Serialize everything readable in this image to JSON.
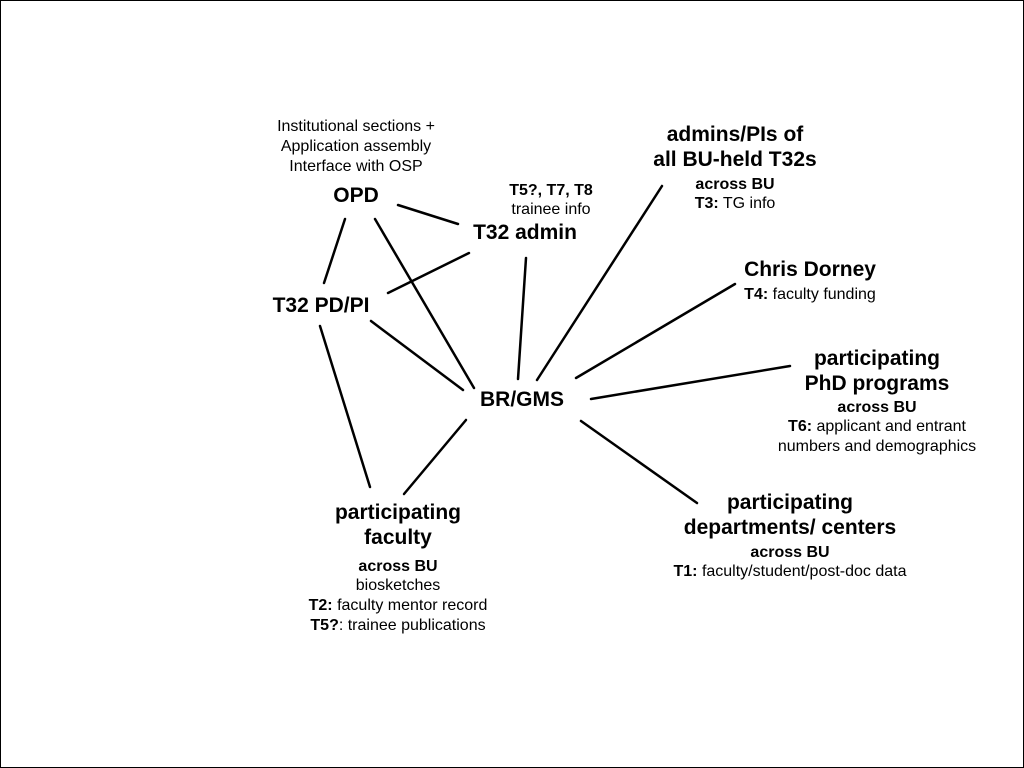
{
  "nodes": {
    "opd": {
      "notes": [
        "Institutional sections +",
        "Application assembly",
        "Interface with OSP"
      ],
      "title": "OPD"
    },
    "t32admin": {
      "tags": "T5?, T7, T8",
      "note": "trainee info",
      "title": "T32 admin"
    },
    "t32pdpi": {
      "title": "T32 PD/PI"
    },
    "brgms": {
      "title": "BR/GMS"
    },
    "admins": {
      "title_lines": [
        "admins/PIs of",
        "all BU-held T32s"
      ],
      "scope": "across BU",
      "items": [
        {
          "code": "T3:",
          "text": "TG info"
        }
      ]
    },
    "dorney": {
      "title": "Chris Dorney",
      "items": [
        {
          "code": "T4:",
          "text": "faculty funding"
        }
      ]
    },
    "phd": {
      "title_lines": [
        "participating",
        "PhD programs"
      ],
      "scope": "across BU",
      "items": [
        {
          "code": "T6:",
          "text": "applicant and entrant"
        }
      ],
      "extra": "numbers and demographics"
    },
    "departments": {
      "title_lines": [
        "participating",
        "departments/ centers"
      ],
      "scope": "across BU",
      "items": [
        {
          "code": "T1:",
          "text": "faculty/student/post-doc data"
        }
      ]
    },
    "faculty": {
      "title_lines": [
        "participating",
        "faculty"
      ],
      "scope": "across BU",
      "plain": "biosketches",
      "items": [
        {
          "code": "T2:",
          "text": "faculty mentor record"
        },
        {
          "code": "T5?",
          "text": ": trainee publications"
        }
      ]
    }
  },
  "edges": [
    [
      "opd",
      "t32admin"
    ],
    [
      "opd",
      "t32pdpi"
    ],
    [
      "opd",
      "brgms"
    ],
    [
      "t32pdpi",
      "t32admin"
    ],
    [
      "t32pdpi",
      "brgms"
    ],
    [
      "t32pdpi",
      "faculty"
    ],
    [
      "t32admin",
      "brgms"
    ],
    [
      "brgms",
      "faculty"
    ],
    [
      "brgms",
      "admins"
    ],
    [
      "brgms",
      "dorney"
    ],
    [
      "brgms",
      "phd"
    ],
    [
      "brgms",
      "departments"
    ]
  ]
}
